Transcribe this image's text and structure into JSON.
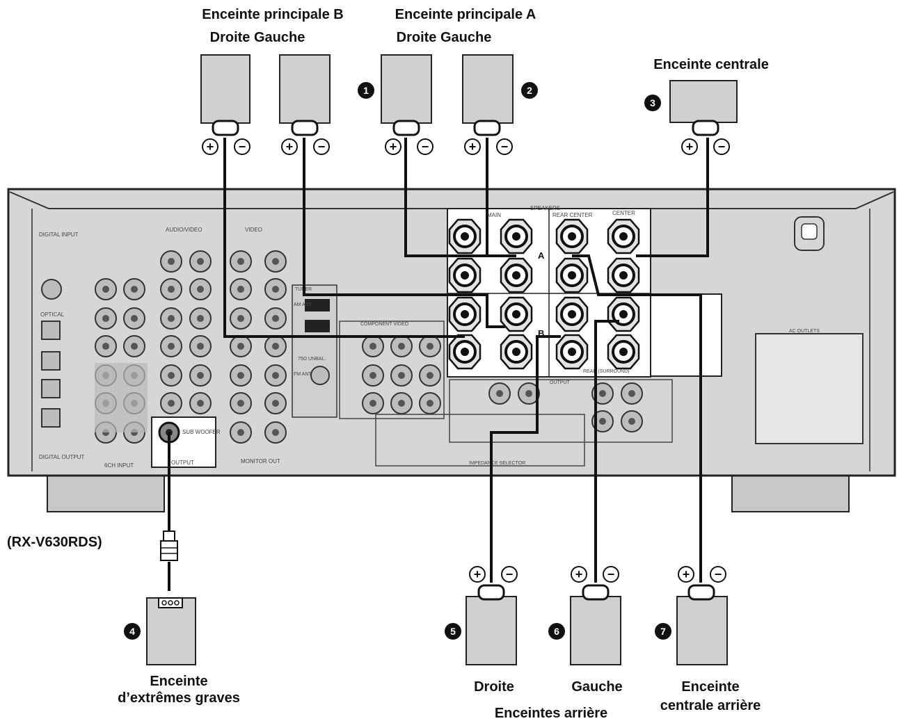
{
  "colors": {
    "speaker_fill": "#d0d0d0",
    "chassis_fill": "#d6d6d6",
    "panel_fill": "#ffffff",
    "wire": "#111111"
  },
  "labels": {
    "main_b": "Enceinte principale B",
    "main_a": "Enceinte principale A",
    "droite_gauche_b": "Droite Gauche",
    "droite_gauche_a": "Droite Gauche",
    "center": "Enceinte centrale",
    "model": "(RX-V630RDS)",
    "sub_line1": "Enceinte",
    "sub_line2": "d’extrêmes graves",
    "rear_right": "Droite",
    "rear_left": "Gauche",
    "rear_group": "Enceintes arrière",
    "rear_center_line1": "Enceinte",
    "rear_center_line2": "centrale arrière"
  },
  "badges": {
    "n1": "1",
    "n2": "2",
    "n3": "3",
    "n4": "4",
    "n5": "5",
    "n6": "6",
    "n7": "7"
  },
  "terminals": {
    "plus": "+",
    "minus": "−"
  },
  "panel": {
    "speakers": "SPEAKERS",
    "main": "MAIN",
    "rear_center": "REAR CENTER",
    "center": "CENTER",
    "a": "A",
    "b": "B",
    "rear_surround": "REAR (SURROUND)",
    "audio_video": "AUDIO/VIDEO",
    "video": "VIDEO",
    "component_video": "COMPONENT VIDEO",
    "output": "OUTPUT",
    "sub_woofer": "SUB WOOFER",
    "input_6ch": "6CH INPUT",
    "monitor_out": "MONITOR OUT",
    "impedance": "IMPEDANCE SELECTOR",
    "ac_outlets": "AC OUTLETS",
    "optical": "OPTICAL",
    "digital_input": "DIGITAL INPUT",
    "digital_output": "DIGITAL OUTPUT",
    "tuner": "TUNER",
    "am_ant": "AM ANT",
    "fm_ant": "FM ANT",
    "unbal": "75Ω UNBAL.",
    "sub_woofer_out": "SUB WOOFER",
    "output_label": "OUTPUT"
  }
}
